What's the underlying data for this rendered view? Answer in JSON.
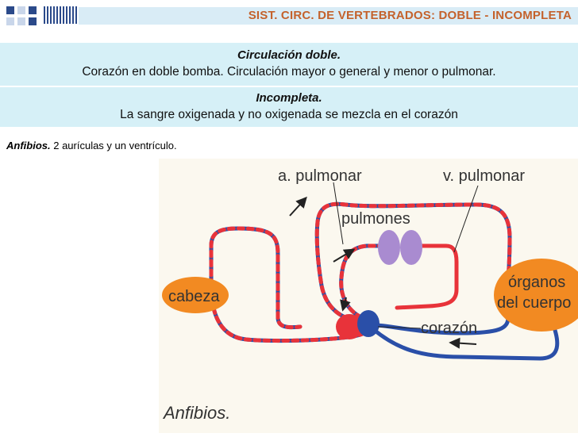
{
  "header": {
    "title": "SIST. CIRC. DE VERTEBRADOS: DOBLE - INCOMPLETA"
  },
  "box1": {
    "heading": "Circulación doble.",
    "text": "Corazón en doble bomba. Circulación mayor o general y menor o pulmonar."
  },
  "box2": {
    "heading": "Incompleta.",
    "text": "La sangre oxigenada y no oxigenada se mezcla en el corazón"
  },
  "caption": {
    "bold": "Anfibios.",
    "text": " 2 aurículas y un ventrículo."
  },
  "diagram": {
    "labels": {
      "arteria_pulmonar": "a. pulmonar",
      "vena_pulmonar": "v. pulmonar",
      "pulmones": "pulmones",
      "organos_line1": "órganos",
      "organos_line2": "del cuerpo",
      "cabeza": "cabeza",
      "corazon": "corazón",
      "figure_caption": "Anfibios."
    },
    "colors": {
      "oxygenated": "#e8333a",
      "deoxygenated": "#2a4fa8",
      "organ_orange": "#f28a22",
      "lungs": "#a98bd0"
    }
  }
}
